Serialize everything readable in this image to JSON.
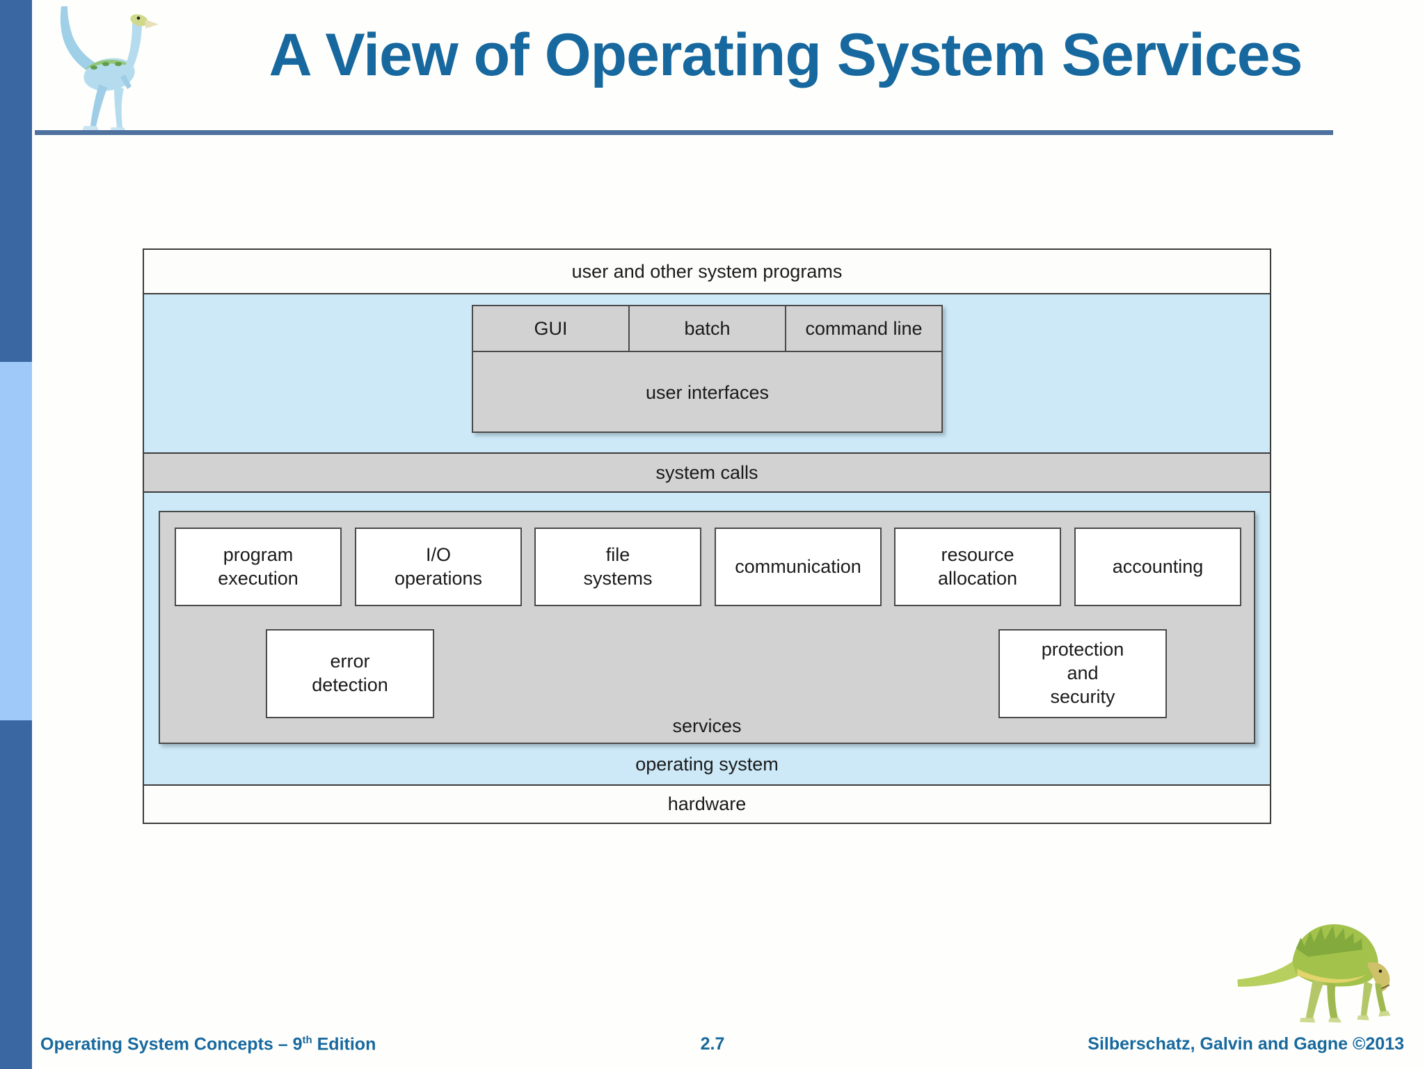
{
  "slide": {
    "title": "A View of Operating System Services",
    "footer": {
      "left_pre": "Operating System Concepts – 9",
      "left_sup": "th",
      "left_post": " Edition",
      "page": "2.7",
      "right": "Silberschatz, Galvin and Gagne ©2013"
    },
    "logos": {
      "top_left": "dinosaur-illustration",
      "bottom_right": "dinosaur-illustration"
    }
  },
  "diagram": {
    "user_programs_band": "user and other system programs",
    "ui_cells": [
      "GUI",
      "batch",
      "command line"
    ],
    "ui_label": "user interfaces",
    "system_calls_band": "system calls",
    "services": {
      "row1": [
        "program execution",
        "I/O operations",
        "file systems",
        "communication",
        "resource allocation",
        "accounting"
      ],
      "row2": [
        "error detection",
        "protection and security"
      ],
      "label": "services"
    },
    "os_band": "operating system",
    "hardware_band": "hardware"
  },
  "colors": {
    "title_blue": "#17689e",
    "sidebar_dark": "#3a67a1",
    "sidebar_light": "#9ec9f8",
    "diagram_blue": "#cde9f8",
    "diagram_gray": "#d2d2d2",
    "rule_blue": "#4e719d"
  }
}
